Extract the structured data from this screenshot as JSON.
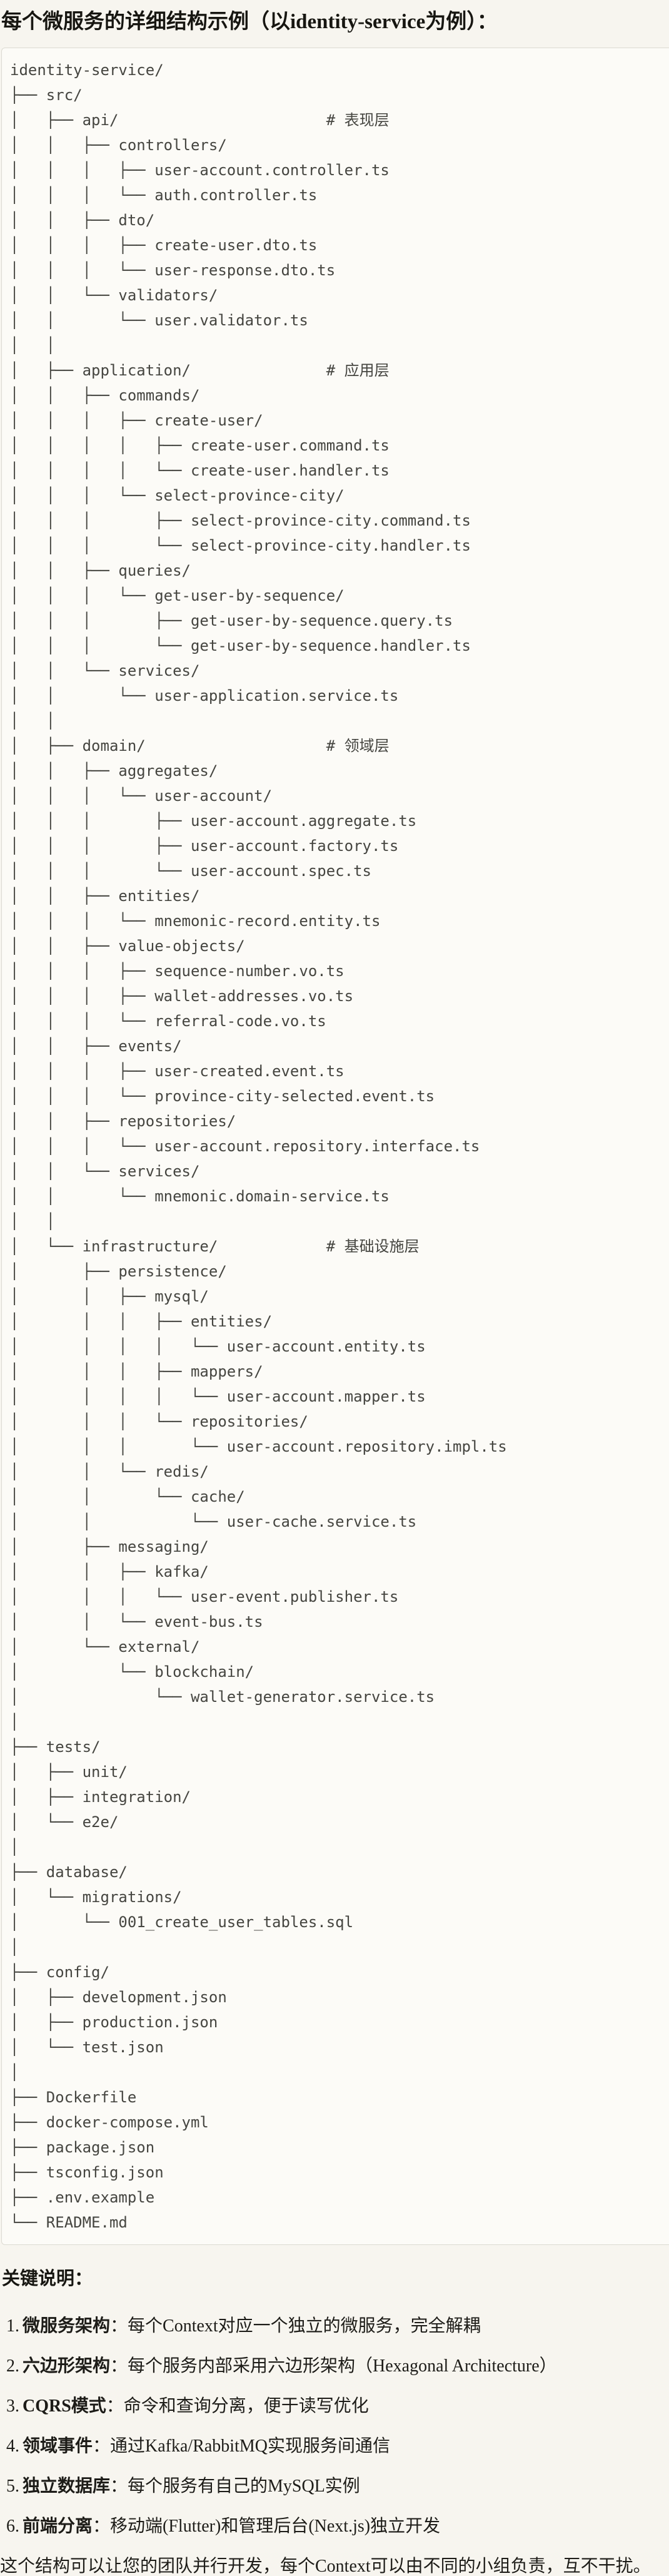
{
  "page_title": "每个微服务的详细结构示例（以identity-service为例）：",
  "colors": {
    "page_background": "#f7f5ef",
    "code_background": "#fcfbf7",
    "code_border": "#dcdad2",
    "code_text": "#454540",
    "body_text": "#1d1c18"
  },
  "code_block": {
    "language": "plaintext",
    "lines": [
      "identity-service/",
      "├── src/",
      "│   ├── api/                       # 表现层",
      "│   │   ├── controllers/",
      "│   │   │   ├── user-account.controller.ts",
      "│   │   │   └── auth.controller.ts",
      "│   │   ├── dto/",
      "│   │   │   ├── create-user.dto.ts",
      "│   │   │   └── user-response.dto.ts",
      "│   │   └── validators/",
      "│   │       └── user.validator.ts",
      "│   │",
      "│   ├── application/               # 应用层",
      "│   │   ├── commands/",
      "│   │   │   ├── create-user/",
      "│   │   │   │   ├── create-user.command.ts",
      "│   │   │   │   └── create-user.handler.ts",
      "│   │   │   └── select-province-city/",
      "│   │   │       ├── select-province-city.command.ts",
      "│   │   │       └── select-province-city.handler.ts",
      "│   │   ├── queries/",
      "│   │   │   └── get-user-by-sequence/",
      "│   │   │       ├── get-user-by-sequence.query.ts",
      "│   │   │       └── get-user-by-sequence.handler.ts",
      "│   │   └── services/",
      "│   │       └── user-application.service.ts",
      "│   │",
      "│   ├── domain/                    # 领域层",
      "│   │   ├── aggregates/",
      "│   │   │   └── user-account/",
      "│   │   │       ├── user-account.aggregate.ts",
      "│   │   │       ├── user-account.factory.ts",
      "│   │   │       └── user-account.spec.ts",
      "│   │   ├── entities/",
      "│   │   │   └── mnemonic-record.entity.ts",
      "│   │   ├── value-objects/",
      "│   │   │   ├── sequence-number.vo.ts",
      "│   │   │   ├── wallet-addresses.vo.ts",
      "│   │   │   └── referral-code.vo.ts",
      "│   │   ├── events/",
      "│   │   │   ├── user-created.event.ts",
      "│   │   │   └── province-city-selected.event.ts",
      "│   │   ├── repositories/",
      "│   │   │   └── user-account.repository.interface.ts",
      "│   │   └── services/",
      "│   │       └── mnemonic.domain-service.ts",
      "│   │",
      "│   └── infrastructure/            # 基础设施层",
      "│       ├── persistence/",
      "│       │   ├── mysql/",
      "│       │   │   ├── entities/",
      "│       │   │   │   └── user-account.entity.ts",
      "│       │   │   ├── mappers/",
      "│       │   │   │   └── user-account.mapper.ts",
      "│       │   │   └── repositories/",
      "│       │   │       └── user-account.repository.impl.ts",
      "│       │   └── redis/",
      "│       │       └── cache/",
      "│       │           └── user-cache.service.ts",
      "│       ├── messaging/",
      "│       │   ├── kafka/",
      "│       │   │   └── user-event.publisher.ts",
      "│       │   └── event-bus.ts",
      "│       └── external/",
      "│           └── blockchain/",
      "│               └── wallet-generator.service.ts",
      "│",
      "├── tests/",
      "│   ├── unit/",
      "│   ├── integration/",
      "│   └── e2e/",
      "│",
      "├── database/",
      "│   └── migrations/",
      "│       └── 001_create_user_tables.sql",
      "│",
      "├── config/",
      "│   ├── development.json",
      "│   ├── production.json",
      "│   └── test.json",
      "│",
      "├── Dockerfile",
      "├── docker-compose.yml",
      "├── package.json",
      "├── tsconfig.json",
      "├── .env.example",
      "└── README.md"
    ]
  },
  "notes": {
    "heading": "关键说明：",
    "items": [
      {
        "num": "1.",
        "label": "微服务架构",
        "text": "：每个Context对应一个独立的微服务，完全解耦"
      },
      {
        "num": "2.",
        "label": "六边形架构",
        "text": "：每个服务内部采用六边形架构（Hexagonal Architecture）"
      },
      {
        "num": "3.",
        "label": "CQRS模式",
        "text": "：命令和查询分离，便于读写优化"
      },
      {
        "num": "4.",
        "label": "领域事件",
        "text": "：通过Kafka/RabbitMQ实现服务间通信"
      },
      {
        "num": "5.",
        "label": "独立数据库",
        "text": "：每个服务有自己的MySQL实例"
      },
      {
        "num": "6.",
        "label": "前端分离",
        "text": "：移动端(Flutter)和管理后台(Next.js)独立开发"
      }
    ],
    "footer": "这个结构可以让您的团队并行开发，每个Context可以由不同的小组负责，互不干扰。"
  }
}
